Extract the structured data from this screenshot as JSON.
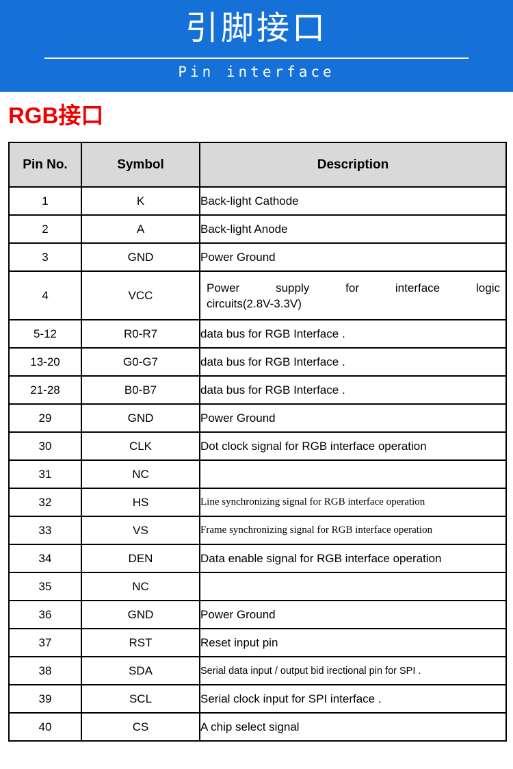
{
  "banner": {
    "title": "引脚接口",
    "subtitle": "Pin interface",
    "background_color": "#1570d8",
    "text_color": "#ffffff"
  },
  "section": {
    "heading": "RGB接口",
    "heading_color": "#ee0000"
  },
  "table": {
    "header_background": "#d9d9d9",
    "border_color": "#000000",
    "columns": [
      "Pin No.",
      "Symbol",
      "Description"
    ],
    "rows": [
      {
        "pin": "1",
        "symbol": "K",
        "description": "Back-light   Cathode",
        "style": "normal"
      },
      {
        "pin": "2",
        "symbol": "A",
        "description": "Back-light   Anode",
        "style": "normal"
      },
      {
        "pin": "3",
        "symbol": "GND",
        "description": "Power Ground",
        "style": "normal"
      },
      {
        "pin": "4",
        "symbol": "VCC",
        "description": "Power supply for interface logic circuits(2.8V-3.3V)",
        "style": "justified",
        "description_line1": "Power supply for interface logic",
        "description_line2": "circuits(2.8V-3.3V)"
      },
      {
        "pin": "5-12",
        "symbol": "R0-R7",
        "description": "data bus for RGB Interface .",
        "style": "normal"
      },
      {
        "pin": "13-20",
        "symbol": "G0-G7",
        "description": "data bus for RGB Interface .",
        "style": "normal"
      },
      {
        "pin": "21-28",
        "symbol": "B0-B7",
        "description": "data bus for RGB Interface .",
        "style": "normal"
      },
      {
        "pin": "29",
        "symbol": "GND",
        "description": "Power Ground",
        "style": "normal"
      },
      {
        "pin": "30",
        "symbol": "CLK",
        "description": "Dot clock signal for RGB interface operation",
        "style": "normal"
      },
      {
        "pin": "31",
        "symbol": "NC",
        "description": "",
        "style": "normal"
      },
      {
        "pin": "32",
        "symbol": "HS",
        "description": "Line synchronizing signal for RGB interface operation",
        "style": "serif"
      },
      {
        "pin": "33",
        "symbol": "VS",
        "description": "Frame synchronizing signal for RGB interface operation",
        "style": "serif"
      },
      {
        "pin": "34",
        "symbol": "DEN",
        "description": "Data enable signal for RGB interface operation",
        "style": "normal"
      },
      {
        "pin": "35",
        "symbol": "NC",
        "description": "",
        "style": "normal"
      },
      {
        "pin": "36",
        "symbol": "GND",
        "description": "Power Ground",
        "style": "normal"
      },
      {
        "pin": "37",
        "symbol": "RST",
        "description": "Reset input pin",
        "style": "normal"
      },
      {
        "pin": "38",
        "symbol": "SDA",
        "description": "Serial data input / output bid irectional pin for SPI .",
        "style": "small"
      },
      {
        "pin": "39",
        "symbol": "SCL",
        "description": "Serial clock input for SPI interface .",
        "style": "normal"
      },
      {
        "pin": "40",
        "symbol": "CS",
        "description": "A chip select signal",
        "style": "normal"
      }
    ]
  }
}
